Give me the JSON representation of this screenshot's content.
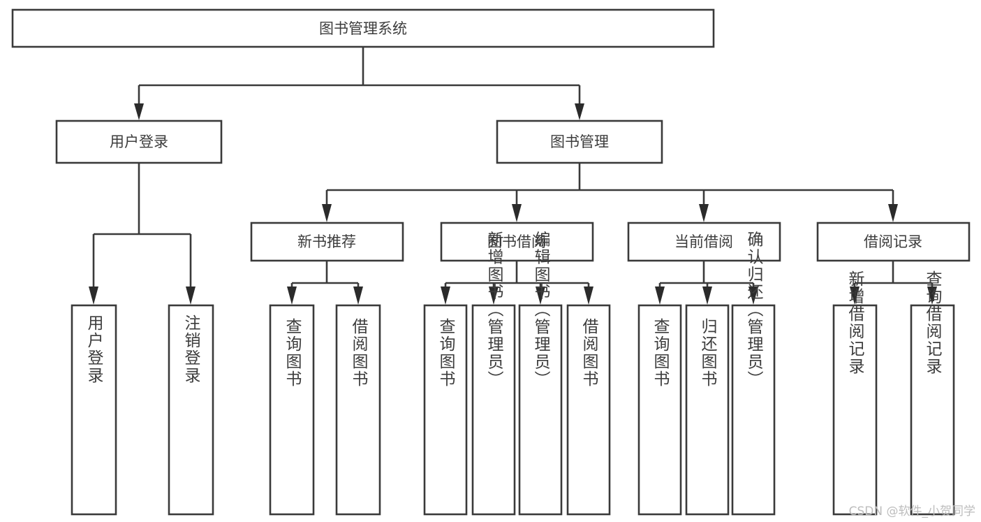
{
  "diagram": {
    "title": "图书管理系统",
    "type": "tree-hierarchy-chart",
    "orientation": "top-down",
    "colors": {
      "box_stroke": "#3a3a3a",
      "box_fill": "#ffffff",
      "text": "#3c3c3c",
      "connector": "#3a3a3a",
      "watermark": "#bdbdbd"
    },
    "root": {
      "label": "图书管理系统"
    },
    "level2": [
      {
        "label": "用户登录"
      },
      {
        "label": "图书管理"
      }
    ],
    "level3": [
      {
        "label": "新书推荐"
      },
      {
        "label": "图书借阅"
      },
      {
        "label": "当前借阅"
      },
      {
        "label": "借阅记录"
      }
    ],
    "leaves": {
      "user_login": [
        {
          "label": "用户登录"
        },
        {
          "label": "注销登录"
        }
      ],
      "new_book_recommend": [
        {
          "label": "查询图书"
        },
        {
          "label": "借阅图书"
        }
      ],
      "book_borrow": [
        {
          "label": "查询图书"
        },
        {
          "label": "新增图书（管理员）"
        },
        {
          "label": "编辑图书（管理员）"
        },
        {
          "label": "借阅图书"
        }
      ],
      "current_borrow": [
        {
          "label": "查询图书"
        },
        {
          "label": "归还图书"
        },
        {
          "label": "确认归还（管理员）"
        }
      ],
      "borrow_record": [
        {
          "label": "新增借阅记录"
        },
        {
          "label": "查询借阅记录"
        }
      ]
    }
  },
  "watermark": {
    "text": "CSDN @软件_小贺同学"
  }
}
